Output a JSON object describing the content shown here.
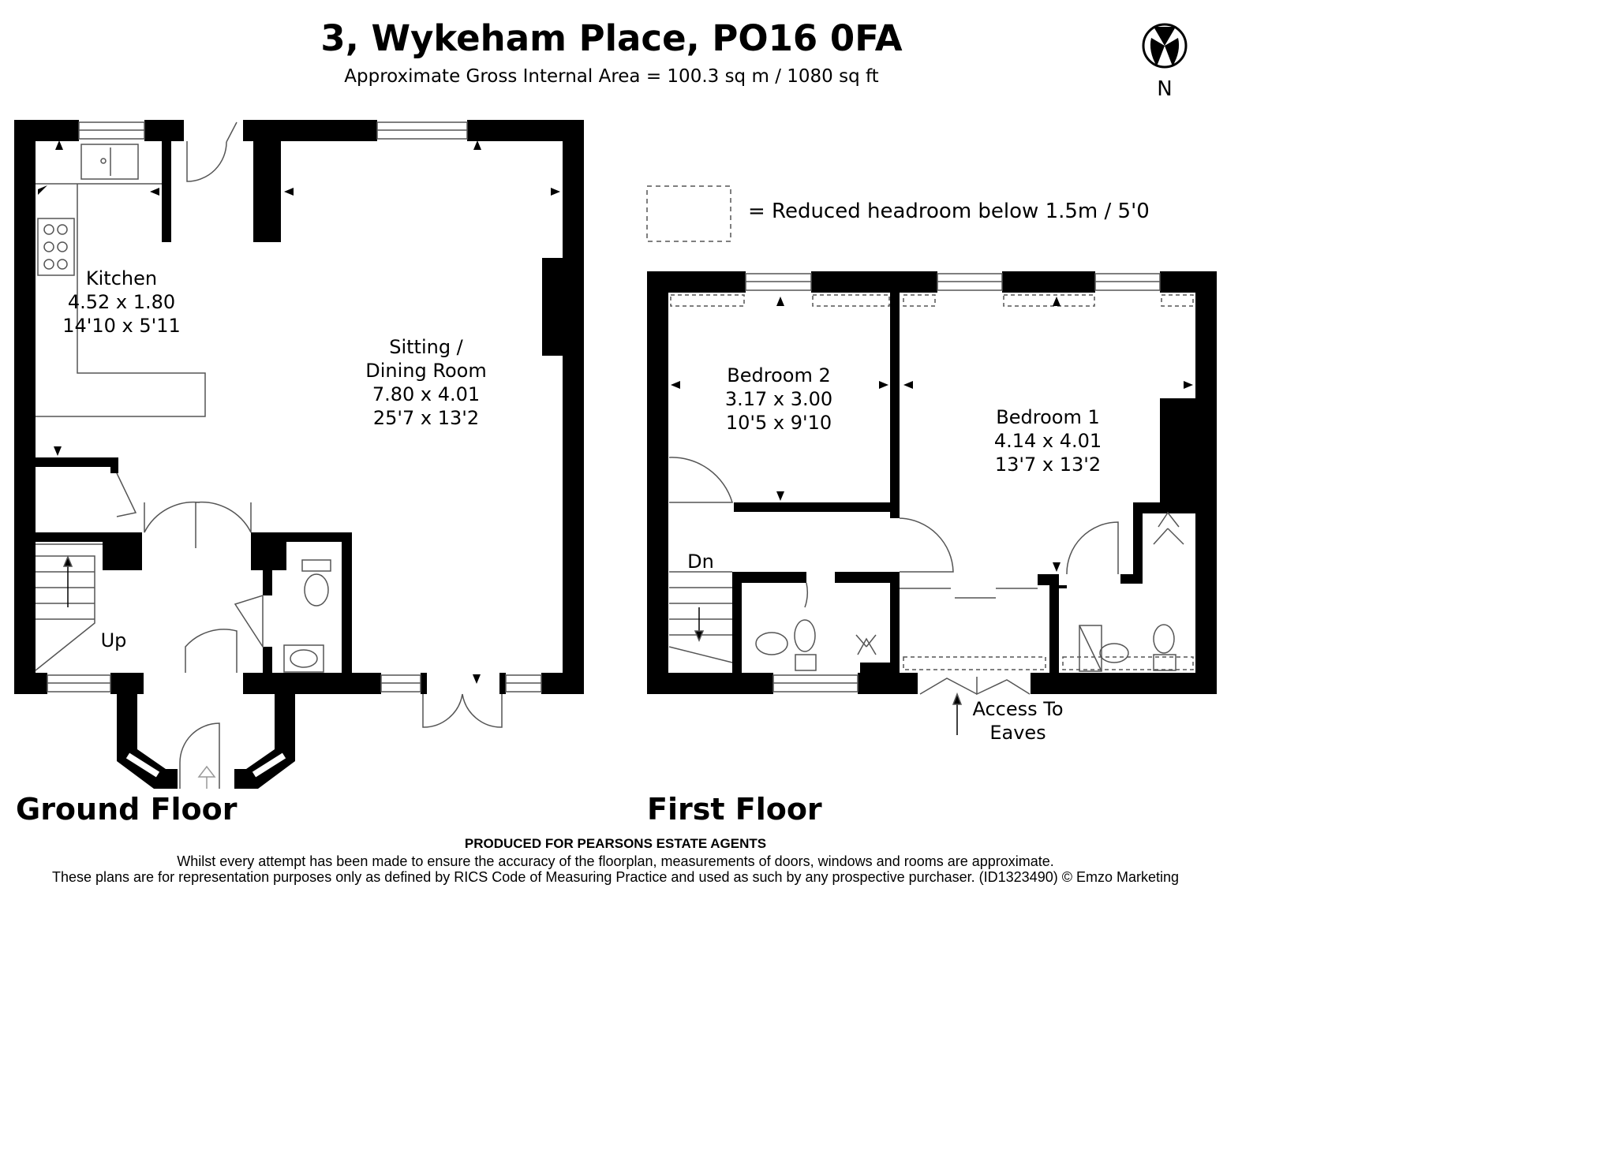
{
  "header": {
    "title": "3, Wykeham Place, PO16 0FA",
    "area": "Approximate Gross Internal Area = 100.3 sq m / 1080 sq ft",
    "north": "N"
  },
  "legend": {
    "text": "= Reduced headroom below 1.5m / 5'0"
  },
  "ground_floor": {
    "label": "Ground Floor",
    "rooms": [
      {
        "name": "Kitchen",
        "metric": "4.52 x 1.80",
        "imperial": "14'10 x 5'11"
      },
      {
        "name_line1": "Sitting /",
        "name_line2": "Dining Room",
        "metric": "7.80 x 4.01",
        "imperial": "25'7 x 13'2"
      }
    ],
    "stairs_label": "Up"
  },
  "first_floor": {
    "label": "First Floor",
    "rooms": [
      {
        "name": "Bedroom 2",
        "metric": "3.17 x 3.00",
        "imperial": "10'5 x 9'10"
      },
      {
        "name": "Bedroom 1",
        "metric": "4.14 x 4.01",
        "imperial": "13'7 x 13'2"
      }
    ],
    "stairs_label": "Dn",
    "eaves_line1": "Access To",
    "eaves_line2": "Eaves"
  },
  "footer": {
    "produced": "PRODUCED FOR PEARSONS ESTATE AGENTS",
    "line1": "Whilst every attempt has been made to ensure the accuracy of the floorplan, measurements of doors, windows and rooms are approximate.",
    "line2": "These plans are for representation purposes only as defined by RICS Code of Measuring Practice and used as such by any prospective purchaser. (ID1323490) © Emzo Marketing"
  },
  "colors": {
    "wall": "#000000",
    "background": "#ffffff",
    "fixture": "#555555"
  }
}
